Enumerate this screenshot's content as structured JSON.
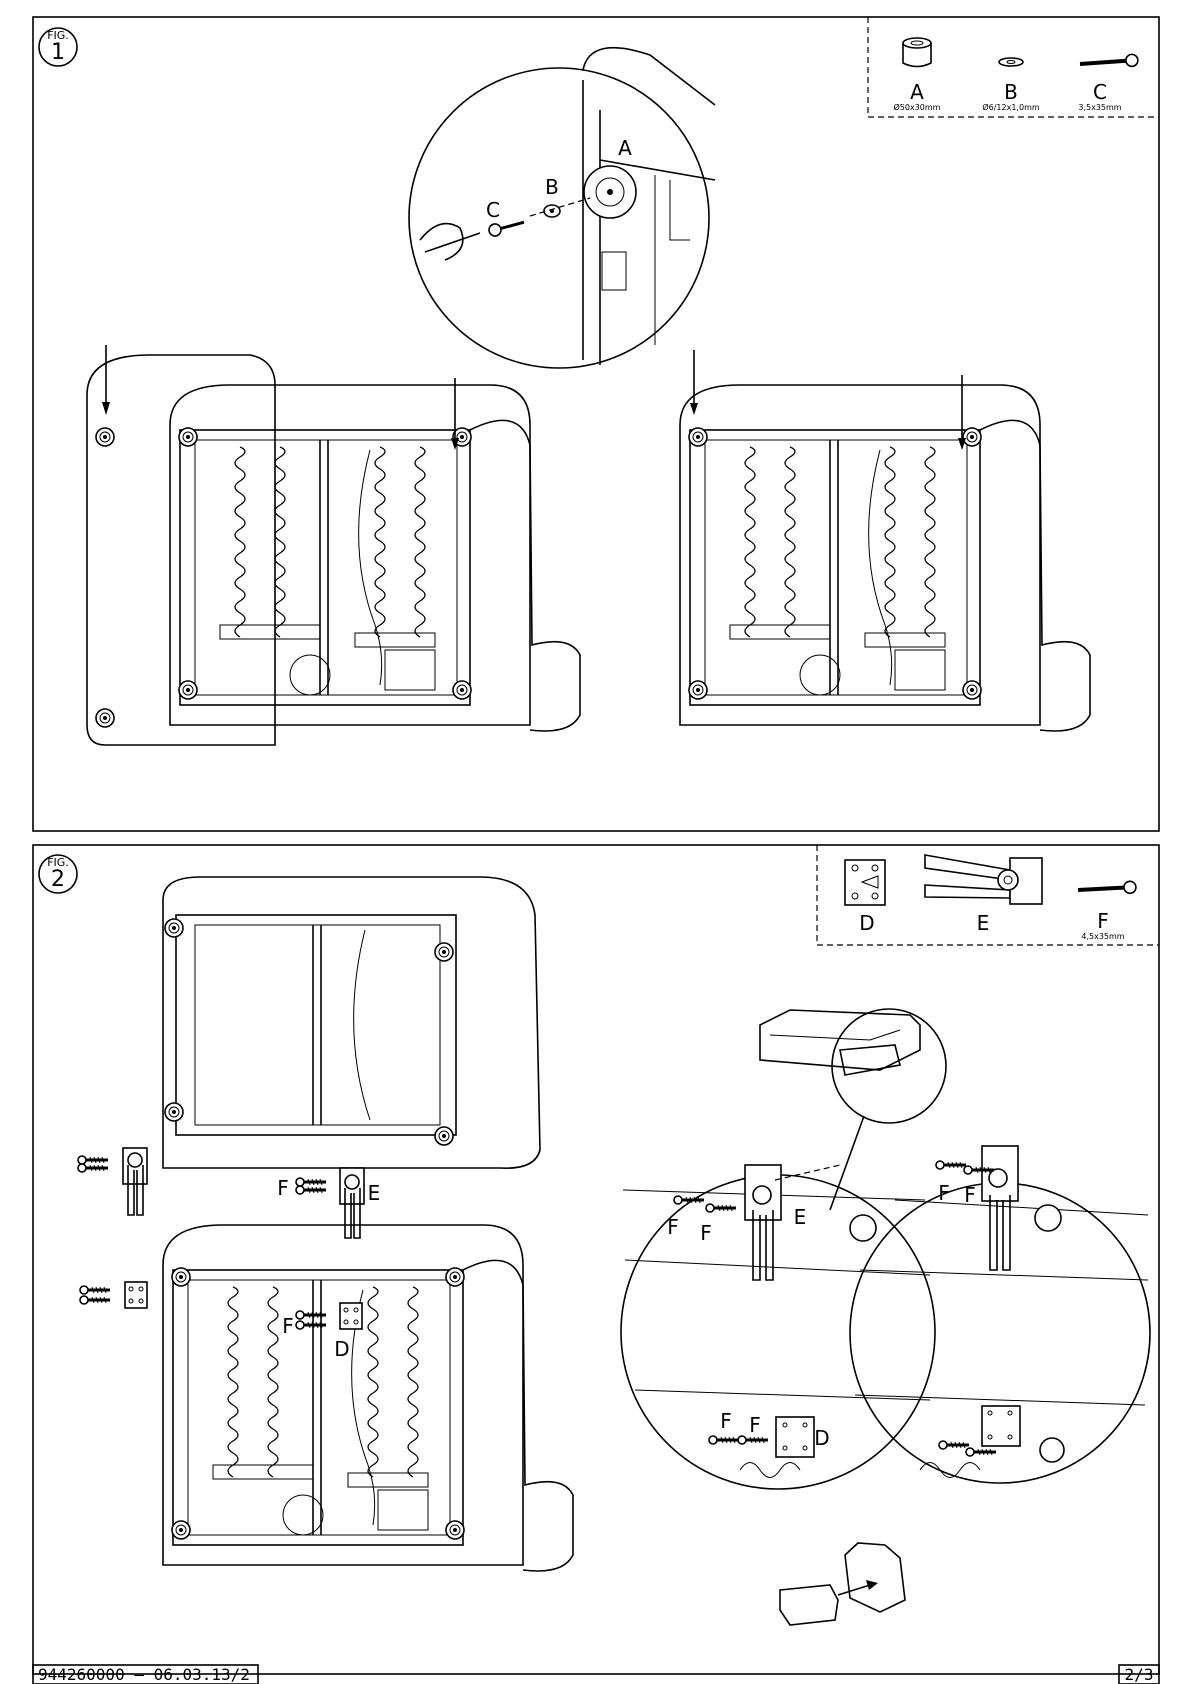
{
  "figure1": {
    "fig_label": "FIG.",
    "fig_number": "1",
    "parts": [
      {
        "letter": "A",
        "size": "Ø50x30mm",
        "icon": "foot-glide-icon"
      },
      {
        "letter": "B",
        "size": "Ø6/12x1,0mm",
        "icon": "washer-icon"
      },
      {
        "letter": "C",
        "size": "3,5x35mm",
        "icon": "screw-icon"
      }
    ],
    "callouts": {
      "a": "A",
      "b": "B",
      "c": "C"
    }
  },
  "figure2": {
    "fig_label": "FIG.",
    "fig_number": "2",
    "parts": [
      {
        "letter": "D",
        "size": "",
        "icon": "plate-connector-icon"
      },
      {
        "letter": "E",
        "size": "",
        "icon": "clamp-connector-icon"
      },
      {
        "letter": "F",
        "size": "4,5x35mm",
        "icon": "screw-icon"
      }
    ],
    "callouts": {
      "f": "F",
      "e": "E",
      "d": "D"
    }
  },
  "footer": {
    "document_code": "944260000  –  06.03.13/2",
    "page": "2/3"
  }
}
